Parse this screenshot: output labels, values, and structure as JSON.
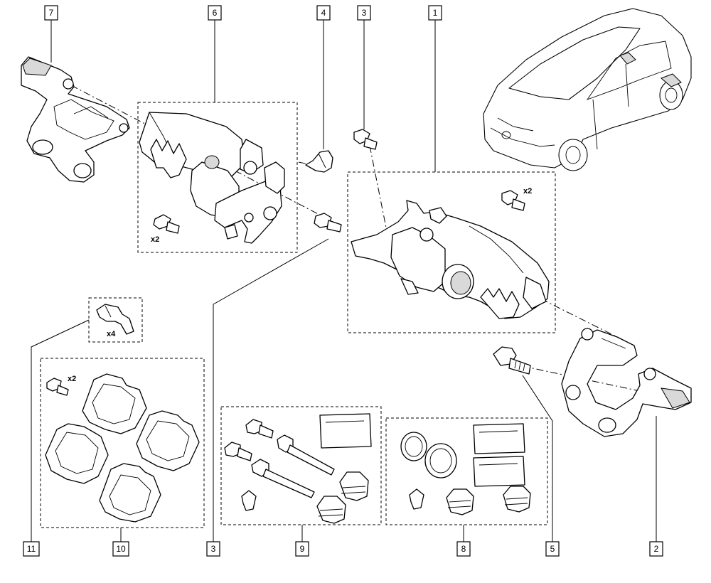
{
  "callouts": [
    "7",
    "6",
    "4",
    "3",
    "1",
    "11",
    "10",
    "3",
    "9",
    "8",
    "5",
    "2"
  ],
  "quantities": {
    "caliper_bolts": "x2",
    "slide_bolts": "x2",
    "pad_clips": "x4",
    "pad_bolts": "x2"
  },
  "icons": [
    "vehicle-illustration",
    "caliper-carrier",
    "brake-caliper",
    "bleed-screw",
    "bolt",
    "brake-pad",
    "guide-pin",
    "dust-boot",
    "piston-seal",
    "grease-sachet",
    "retaining-clip"
  ]
}
